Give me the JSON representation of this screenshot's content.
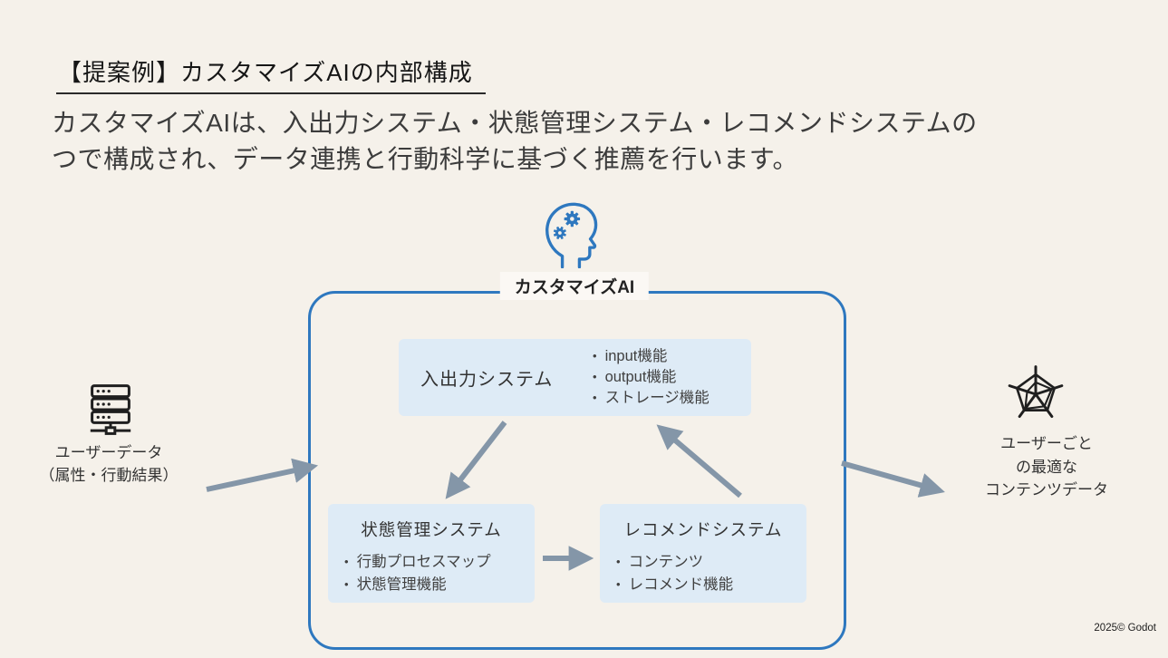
{
  "page": {
    "title": "【提案例】カスタマイズAIの内部構成",
    "description_line1": "カスタマイズAIは、入出力システム・状態管理システム・レコメンドシステムの",
    "description_line2": "つで構成され、データ連携と行動科学に基づく推薦を行います。",
    "footer": "2025© Godot"
  },
  "diagram": {
    "container_label": "カスタマイズAI",
    "io_system": {
      "label": "入出力システム",
      "items": [
        "input機能",
        "output機能",
        "ストレージ機能"
      ]
    },
    "state_system": {
      "label": "状態管理システム",
      "items": [
        "行動プロセスマップ",
        "状態管理機能"
      ]
    },
    "recommend_system": {
      "label": "レコメンドシステム",
      "items": [
        "コンテンツ",
        "レコメンド機能"
      ]
    },
    "left_source": {
      "line1": "ユーザーデータ",
      "line2": "（属性・行動結果）"
    },
    "right_output": {
      "line1": "ユーザーごと",
      "line2": "の最適な",
      "line3": "コンテンツデータ"
    },
    "icons": {
      "top": "head-with-gears-icon",
      "left": "server-icon",
      "right": "radar-web-icon"
    },
    "colors": {
      "accent_blue": "#2E78BF",
      "box_blue": "#DEEBF6",
      "arrow_gray": "#8496A8",
      "background": "#F5F1EA"
    }
  }
}
